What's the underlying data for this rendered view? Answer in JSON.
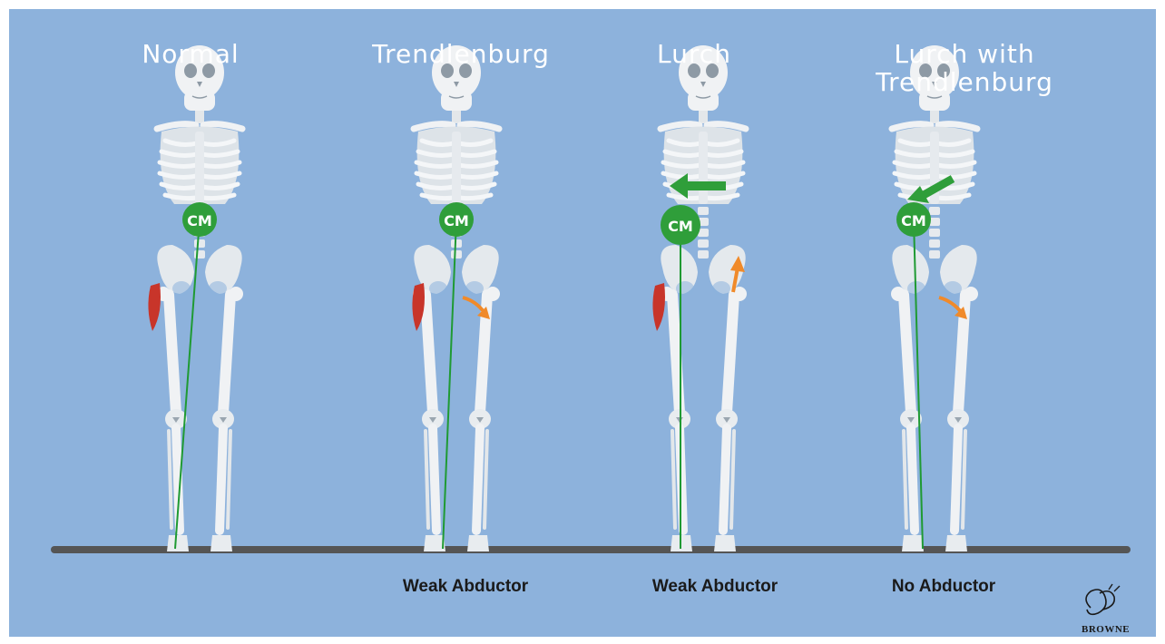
{
  "titles": {
    "normal": "Normal",
    "trendlenburg": "Trendlenburg",
    "lurch": "Lurch",
    "lurch_trend_line1": "Lurch with",
    "lurch_trend_line2": "Trendlenburg"
  },
  "cm_label": "CM",
  "captions": {
    "trendlenburg": "Weak Abductor",
    "lurch": "Weak Abductor",
    "lurch_trend": "No Abductor"
  },
  "brand": "BROWNE",
  "colors": {
    "background": "#8db2dc",
    "bone": "#f0f2f4",
    "center_of_mass": "#2f9e3a",
    "muscle": "#c8352a",
    "force_arrow": "#f08a2a",
    "ground": "#555555"
  },
  "icons": [
    "skeleton-figure",
    "center-of-mass-marker",
    "abductor-muscle",
    "force-arrow",
    "browne-logo"
  ]
}
